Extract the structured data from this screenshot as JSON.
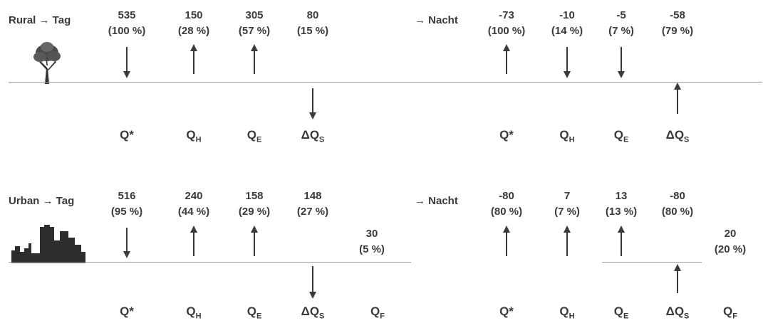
{
  "colors": {
    "text": "#3a3a3a",
    "arrow": "#3a3a3a",
    "ground": "#9a9a9a",
    "icon": "#333333"
  },
  "rural": {
    "title": "Rural → Tag",
    "night_title": "→ Nacht",
    "day": [
      {
        "value": "535",
        "pct": "(100 %)",
        "direction": "down"
      },
      {
        "value": "150",
        "pct": "(28 %)",
        "direction": "up"
      },
      {
        "value": "305",
        "pct": "(57 %)",
        "direction": "up"
      },
      {
        "value": "80",
        "pct": "(15 %)",
        "direction": "down-below"
      }
    ],
    "night": [
      {
        "value": "-73",
        "pct": "(100 %)",
        "direction": "up"
      },
      {
        "value": "-10",
        "pct": "(14 %)",
        "direction": "down"
      },
      {
        "value": "-5",
        "pct": "(7 %)",
        "direction": "down"
      },
      {
        "value": "-58",
        "pct": "(79 %)",
        "direction": "up-below"
      }
    ],
    "symbols": [
      {
        "main": "Q*",
        "sub": ""
      },
      {
        "main": "Q",
        "sub": "H"
      },
      {
        "main": "Q",
        "sub": "E"
      },
      {
        "main": "ΔQ",
        "sub": "S"
      }
    ]
  },
  "urban": {
    "title": "Urban → Tag",
    "night_title": "→ Nacht",
    "day": [
      {
        "value": "516",
        "pct": "(95 %)",
        "direction": "down"
      },
      {
        "value": "240",
        "pct": "(44 %)",
        "direction": "up"
      },
      {
        "value": "158",
        "pct": "(29 %)",
        "direction": "up"
      },
      {
        "value": "148",
        "pct": "(27 %)",
        "direction": "down-below"
      },
      {
        "value": "30",
        "pct": "(5 %)",
        "direction": "none"
      }
    ],
    "night": [
      {
        "value": "-80",
        "pct": "(80 %)",
        "direction": "up"
      },
      {
        "value": "7",
        "pct": "(7 %)",
        "direction": "up"
      },
      {
        "value": "13",
        "pct": "(13 %)",
        "direction": "up"
      },
      {
        "value": "-80",
        "pct": "(80 %)",
        "direction": "up-below"
      },
      {
        "value": "20",
        "pct": "(20 %)",
        "direction": "none"
      }
    ],
    "symbols": [
      {
        "main": "Q*",
        "sub": ""
      },
      {
        "main": "Q",
        "sub": "H"
      },
      {
        "main": "Q",
        "sub": "E"
      },
      {
        "main": "ΔQ",
        "sub": "S"
      },
      {
        "main": "Q",
        "sub": "F"
      }
    ]
  }
}
